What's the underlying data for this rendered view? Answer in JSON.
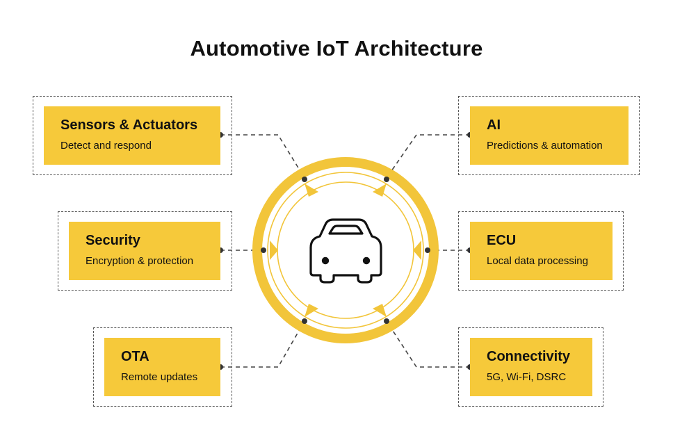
{
  "title": "Automotive IoT Architecture",
  "center_icon": "car-icon",
  "colors": {
    "accent": "#f6c93a",
    "ring": "#f2c53a",
    "text": "#111111",
    "connector": "#444444"
  },
  "nodes": [
    {
      "id": "sensors",
      "title": "Sensors & Actuators",
      "desc": "Detect and respond"
    },
    {
      "id": "security",
      "title": "Security",
      "desc": "Encryption & protection"
    },
    {
      "id": "ota",
      "title": "OTA",
      "desc": "Remote updates"
    },
    {
      "id": "ai",
      "title": "AI",
      "desc": "Predictions & automation"
    },
    {
      "id": "ecu",
      "title": "ECU",
      "desc": "Local data processing"
    },
    {
      "id": "connectivity",
      "title": "Connectivity",
      "desc": "5G, Wi-Fi, DSRC"
    }
  ]
}
